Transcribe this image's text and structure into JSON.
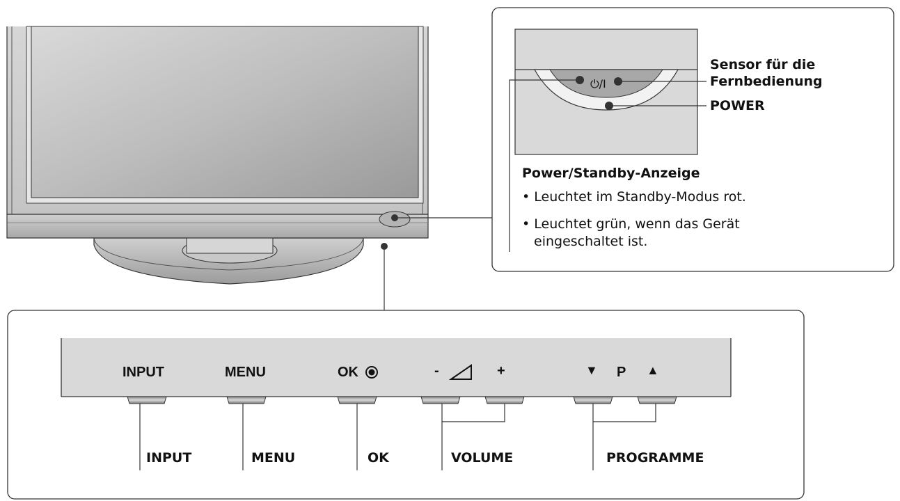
{
  "tv": {
    "power_symbol": "⏻/I"
  },
  "callout": {
    "sensor_label_line1": "Sensor für die",
    "sensor_label_line2": "Fernbedienung",
    "power_label": "POWER",
    "indicator_title": "Power/Standby-Anzeige",
    "bullet1": "• Leuchtet im Standby-Modus rot.",
    "bullet2_line1": "• Leuchtet grün, wenn das Gerät",
    "bullet2_line2": "eingeschaltet ist."
  },
  "panel": {
    "face_labels": {
      "input": "INPUT",
      "menu": "MENU",
      "ok": "OK",
      "vol_minus": "-",
      "vol_plus": "+",
      "prog_down": "▼",
      "prog_p": "P",
      "prog_up": "▲"
    },
    "callout_labels": {
      "input": "INPUT",
      "menu": "MENU",
      "ok": "OK",
      "volume": "VOLUME",
      "programme": "PROGRAMME"
    }
  }
}
